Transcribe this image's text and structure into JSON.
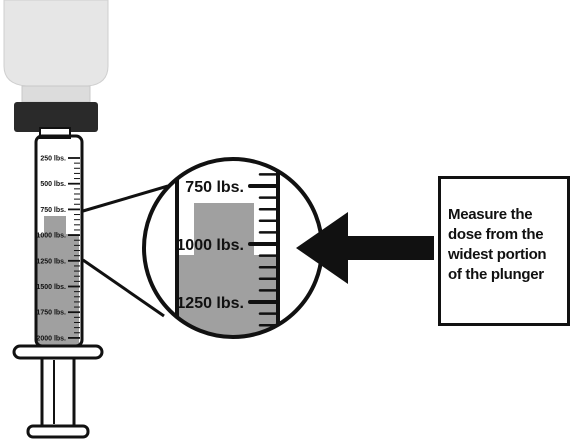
{
  "syringe": {
    "scale_labels": [
      "250 lbs.",
      "500 lbs.",
      "750 lbs.",
      "1000 lbs.",
      "1250 lbs.",
      "1500 lbs.",
      "1750 lbs.",
      "2000 lbs."
    ],
    "dose_reading": "1000 lbs."
  },
  "magnifier": {
    "scale_labels": [
      "750 lbs.",
      "1000 lbs.",
      "1250 lbs."
    ]
  },
  "callout": {
    "lines": [
      "Measure the",
      "dose from the",
      "widest portion",
      "of the plunger"
    ]
  },
  "colors": {
    "outline": "#111111",
    "plunger_fill": "#a0a0a0",
    "bottle_fill": "#e6e6e6",
    "cap_fill": "#2a2a2a"
  }
}
